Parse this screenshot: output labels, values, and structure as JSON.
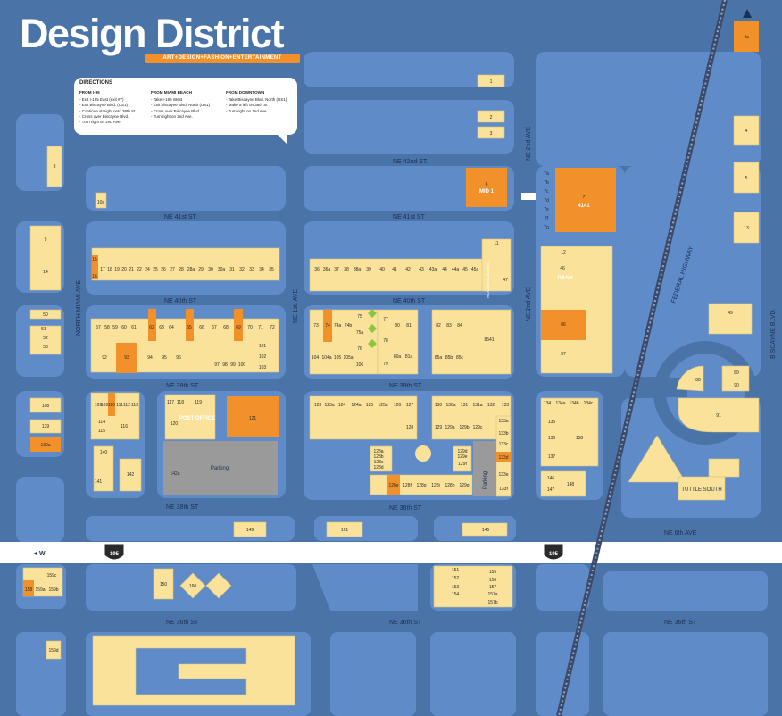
{
  "title": "Design District",
  "tagline": "ART+DESIGN+FASHION+ENTERTAINMENT",
  "colors": {
    "background": "#4a73a8",
    "block": "#5f8cc9",
    "building": "#fbe29a",
    "highlight": "#f2912a",
    "parking": "#9a9a9a",
    "highway": "#ffffff"
  },
  "directions": {
    "title": "DIRECTIONS",
    "from_i95": {
      "heading": "FROM I-95",
      "lines": [
        "- Exit I-195 East (exit #7)",
        "- Exit Biscayne Blvd. (US1)",
        "- Continue straight onto 38th St.",
        "- Cross over Biscayne Blvd.",
        "- Turn right on 2nd Ave."
      ]
    },
    "from_miami_beach": {
      "heading": "FROM MIAMI BEACH",
      "lines": [
        "- Take I-195 West",
        "- Exit Biscayne Blvd. North (US1)",
        "- Cross over Biscayne Blvd.",
        "- Turn right on 2nd Ave."
      ]
    },
    "from_downtown": {
      "heading": "FROM DOWNTOWN",
      "lines": [
        "- Take Biscayne Blvd. North (US1)",
        "- Make a left on 38th St",
        "- Turn right on 2nd Ave."
      ]
    }
  },
  "streets": {
    "ne42": "NE 42nd ST.",
    "ne41a": "NE 41st ST",
    "ne41b": "NE 41st ST",
    "ne40a": "NE 40th ST",
    "ne40b": "NE 40th ST",
    "ne39a": "NE 39th ST",
    "ne39b": "NE 39th ST",
    "ne38a": "NE 38th ST",
    "ne38b": "NE 38th ST",
    "ne36a": "NE 36th ST",
    "ne36b": "NE 36th ST",
    "ne36c": "NE 36th ST",
    "ne6ave": "NE 6th AVE",
    "north_miami": "NORTH MIAMI AVE",
    "ne1st": "NE 1st. AVE",
    "ne2nd_top": "NE 2nd AVE",
    "ne2nd_mid": "NE 2nd AVE",
    "federal": "FEDERAL HIGHWAY",
    "biscayne": "BISCAYNE BLVD."
  },
  "highway": {
    "shield": "195",
    "west": "W"
  },
  "places": {
    "mid1": "MID 1",
    "b4141": "4141",
    "dash": "DASH",
    "post": "POST OFFICE",
    "parking_a": "Parking",
    "parking_b": "Parking",
    "tuttle": "TUTTLE SOUTH",
    "moore": "MOORE BUILDING"
  },
  "lots": [
    {
      "id": "1",
      "l": "1"
    },
    {
      "id": "2",
      "l": "2"
    },
    {
      "id": "3",
      "l": "3"
    },
    {
      "id": "4",
      "l": "4"
    },
    {
      "id": "4a",
      "l": "4a"
    },
    {
      "id": "5",
      "l": "5"
    },
    {
      "id": "6",
      "l": "6"
    },
    {
      "id": "7",
      "l": "7"
    },
    {
      "id": "8",
      "l": "8"
    },
    {
      "id": "9",
      "l": "9"
    },
    {
      "id": "10a",
      "l": "10a"
    },
    {
      "id": "11",
      "l": "11"
    },
    {
      "id": "12",
      "l": "12"
    },
    {
      "id": "13",
      "l": "13"
    },
    {
      "id": "14",
      "l": "14"
    },
    {
      "id": "15",
      "l": "15"
    },
    {
      "id": "16",
      "l": "16"
    },
    {
      "id": "17",
      "l": "17"
    },
    {
      "id": "18",
      "l": "18"
    },
    {
      "id": "19",
      "l": "19"
    },
    {
      "id": "20",
      "l": "20"
    },
    {
      "id": "21",
      "l": "21"
    },
    {
      "id": "22",
      "l": "22"
    },
    {
      "id": "24",
      "l": "24"
    },
    {
      "id": "25",
      "l": "25"
    },
    {
      "id": "26",
      "l": "26"
    },
    {
      "id": "27",
      "l": "27"
    },
    {
      "id": "28",
      "l": "28"
    },
    {
      "id": "28a",
      "l": "28a"
    },
    {
      "id": "29",
      "l": "29"
    },
    {
      "id": "30",
      "l": "30"
    },
    {
      "id": "30a",
      "l": "30a"
    },
    {
      "id": "31",
      "l": "31"
    },
    {
      "id": "32",
      "l": "32"
    },
    {
      "id": "33",
      "l": "33"
    },
    {
      "id": "34",
      "l": "34"
    },
    {
      "id": "35",
      "l": "35"
    },
    {
      "id": "36",
      "l": "36"
    },
    {
      "id": "36a",
      "l": "36a"
    },
    {
      "id": "37",
      "l": "37"
    },
    {
      "id": "38",
      "l": "38"
    },
    {
      "id": "38a",
      "l": "38a"
    },
    {
      "id": "39",
      "l": "39"
    },
    {
      "id": "40",
      "l": "40"
    },
    {
      "id": "41",
      "l": "41"
    },
    {
      "id": "42",
      "l": "42"
    },
    {
      "id": "43",
      "l": "43"
    },
    {
      "id": "43a",
      "l": "43a"
    },
    {
      "id": "44",
      "l": "44"
    },
    {
      "id": "44a",
      "l": "44a"
    },
    {
      "id": "45",
      "l": "45"
    },
    {
      "id": "45a",
      "l": "45a"
    },
    {
      "id": "46",
      "l": "46"
    },
    {
      "id": "47",
      "l": "47"
    },
    {
      "id": "49",
      "l": "49"
    },
    {
      "id": "50",
      "l": "50"
    },
    {
      "id": "51",
      "l": "51"
    },
    {
      "id": "52",
      "l": "52"
    },
    {
      "id": "53",
      "l": "53"
    },
    {
      "id": "57",
      "l": "57"
    },
    {
      "id": "58",
      "l": "58"
    },
    {
      "id": "59",
      "l": "59"
    },
    {
      "id": "60",
      "l": "60"
    },
    {
      "id": "61",
      "l": "61"
    },
    {
      "id": "62",
      "l": "62"
    },
    {
      "id": "63",
      "l": "63"
    },
    {
      "id": "64",
      "l": "64"
    },
    {
      "id": "65",
      "l": "65"
    },
    {
      "id": "66",
      "l": "66"
    },
    {
      "id": "67",
      "l": "67"
    },
    {
      "id": "68",
      "l": "68"
    },
    {
      "id": "69",
      "l": "69"
    },
    {
      "id": "70",
      "l": "70"
    },
    {
      "id": "71",
      "l": "71"
    },
    {
      "id": "72",
      "l": "72"
    },
    {
      "id": "73",
      "l": "73"
    },
    {
      "id": "74",
      "l": "74"
    },
    {
      "id": "74a",
      "l": "74a"
    },
    {
      "id": "74b",
      "l": "74b"
    },
    {
      "id": "75",
      "l": "75"
    },
    {
      "id": "75a",
      "l": "75a"
    },
    {
      "id": "76",
      "l": "76"
    },
    {
      "id": "77",
      "l": "77"
    },
    {
      "id": "78",
      "l": "78"
    },
    {
      "id": "79",
      "l": "79"
    },
    {
      "id": "80",
      "l": "80"
    },
    {
      "id": "80a",
      "l": "80a"
    },
    {
      "id": "81",
      "l": "81"
    },
    {
      "id": "81a",
      "l": "81a"
    },
    {
      "id": "82",
      "l": "82"
    },
    {
      "id": "83",
      "l": "83"
    },
    {
      "id": "84",
      "l": "84"
    },
    {
      "id": "85a",
      "l": "85a"
    },
    {
      "id": "85b",
      "l": "85b"
    },
    {
      "id": "85c",
      "l": "85c"
    },
    {
      "id": "8541",
      "l": "8541"
    },
    {
      "id": "86",
      "l": "86"
    },
    {
      "id": "87",
      "l": "87"
    },
    {
      "id": "88",
      "l": "88"
    },
    {
      "id": "89",
      "l": "89"
    },
    {
      "id": "90",
      "l": "90"
    },
    {
      "id": "91",
      "l": "91"
    },
    {
      "id": "92",
      "l": "92"
    },
    {
      "id": "93",
      "l": "93"
    },
    {
      "id": "94",
      "l": "94"
    },
    {
      "id": "95",
      "l": "95"
    },
    {
      "id": "96",
      "l": "96"
    },
    {
      "id": "97",
      "l": "97"
    },
    {
      "id": "98",
      "l": "98"
    },
    {
      "id": "99",
      "l": "99"
    },
    {
      "id": "100",
      "l": "100"
    },
    {
      "id": "101",
      "l": "101"
    },
    {
      "id": "102",
      "l": "102"
    },
    {
      "id": "103",
      "l": "103"
    },
    {
      "id": "104",
      "l": "104"
    },
    {
      "id": "104a",
      "l": "104a"
    },
    {
      "id": "105",
      "l": "105"
    },
    {
      "id": "105a",
      "l": "105a"
    },
    {
      "id": "106",
      "l": "106"
    },
    {
      "id": "108",
      "l": "108"
    },
    {
      "id": "109",
      "l": "109"
    },
    {
      "id": "109b",
      "l": "109"
    },
    {
      "id": "110",
      "l": "110"
    },
    {
      "id": "111",
      "l": "111"
    },
    {
      "id": "112",
      "l": "112"
    },
    {
      "id": "113",
      "l": "113"
    },
    {
      "id": "114",
      "l": "114"
    },
    {
      "id": "115",
      "l": "115"
    },
    {
      "id": "116",
      "l": "116"
    },
    {
      "id": "117",
      "l": "117"
    },
    {
      "id": "118",
      "l": "118"
    },
    {
      "id": "119",
      "l": "119"
    },
    {
      "id": "120",
      "l": "120"
    },
    {
      "id": "121",
      "l": "121"
    },
    {
      "id": "123",
      "l": "123"
    },
    {
      "id": "123a",
      "l": "123a"
    },
    {
      "id": "124",
      "l": "124"
    },
    {
      "id": "124a",
      "l": "124a"
    },
    {
      "id": "125",
      "l": "125"
    },
    {
      "id": "125a",
      "l": "125a"
    },
    {
      "id": "126",
      "l": "126"
    },
    {
      "id": "127",
      "l": "127"
    },
    {
      "id": "128",
      "l": "128"
    },
    {
      "id": "128a",
      "l": "128a"
    },
    {
      "id": "128b",
      "l": "128b"
    },
    {
      "id": "128c",
      "l": "128c"
    },
    {
      "id": "128d",
      "l": "128d"
    },
    {
      "id": "128e",
      "l": "128e"
    },
    {
      "id": "128f",
      "l": "128f"
    },
    {
      "id": "128g",
      "l": "128g"
    },
    {
      "id": "128i",
      "l": "128i"
    },
    {
      "id": "128h",
      "l": "128h"
    },
    {
      "id": "129",
      "l": "129"
    },
    {
      "id": "129a",
      "l": "129a"
    },
    {
      "id": "129b",
      "l": "129b"
    },
    {
      "id": "129c",
      "l": "129c"
    },
    {
      "id": "129d",
      "l": "129d"
    },
    {
      "id": "129e",
      "l": "129e"
    },
    {
      "id": "129f",
      "l": "129f"
    },
    {
      "id": "129g",
      "l": "129g"
    },
    {
      "id": "130",
      "l": "130"
    },
    {
      "id": "130a",
      "l": "130a"
    },
    {
      "id": "131",
      "l": "131"
    },
    {
      "id": "131a",
      "l": "131a"
    },
    {
      "id": "132",
      "l": "132"
    },
    {
      "id": "133",
      "l": "133"
    },
    {
      "id": "133a",
      "l": "133a"
    },
    {
      "id": "133b",
      "l": "133b"
    },
    {
      "id": "133c",
      "l": "133c"
    },
    {
      "id": "133d",
      "l": "133d"
    },
    {
      "id": "133e",
      "l": "133e"
    },
    {
      "id": "133f",
      "l": "133f"
    },
    {
      "id": "134",
      "l": "134"
    },
    {
      "id": "134a",
      "l": "134a"
    },
    {
      "id": "134b",
      "l": "134b"
    },
    {
      "id": "134c",
      "l": "134c"
    },
    {
      "id": "135",
      "l": "135"
    },
    {
      "id": "136",
      "l": "136"
    },
    {
      "id": "137",
      "l": "137"
    },
    {
      "id": "138",
      "l": "138"
    },
    {
      "id": "139",
      "l": "139"
    },
    {
      "id": "139a",
      "l": "139a"
    },
    {
      "id": "140",
      "l": "140"
    },
    {
      "id": "141",
      "l": "141"
    },
    {
      "id": "142",
      "l": "142"
    },
    {
      "id": "142a",
      "l": "142a"
    },
    {
      "id": "146",
      "l": "146"
    },
    {
      "id": "147",
      "l": "147"
    },
    {
      "id": "148",
      "l": "148"
    },
    {
      "id": "149",
      "l": "149"
    },
    {
      "id": "145",
      "l": "145"
    },
    {
      "id": "150",
      "l": "150"
    },
    {
      "id": "151",
      "l": "151"
    },
    {
      "id": "152",
      "l": "152"
    },
    {
      "id": "153",
      "l": "153"
    },
    {
      "id": "154",
      "l": "154"
    },
    {
      "id": "155",
      "l": "155"
    },
    {
      "id": "156",
      "l": "156"
    },
    {
      "id": "157",
      "l": "157"
    },
    {
      "id": "157a",
      "l": "157a"
    },
    {
      "id": "157b",
      "l": "157b"
    },
    {
      "id": "158",
      "l": "158"
    },
    {
      "id": "159a",
      "l": "159a"
    },
    {
      "id": "159b",
      "l": "159b"
    },
    {
      "id": "159c",
      "l": "159c"
    },
    {
      "id": "159d",
      "l": "159d"
    },
    {
      "id": "160",
      "l": "160"
    },
    {
      "id": "161",
      "l": "161"
    },
    {
      "id": "7a",
      "l": "7a"
    },
    {
      "id": "7b",
      "l": "7b"
    },
    {
      "id": "7c",
      "l": "7c"
    },
    {
      "id": "7d",
      "l": "7d"
    },
    {
      "id": "7e",
      "l": "7e"
    },
    {
      "id": "7f",
      "l": "7f"
    },
    {
      "id": "7g",
      "l": "7g"
    }
  ]
}
